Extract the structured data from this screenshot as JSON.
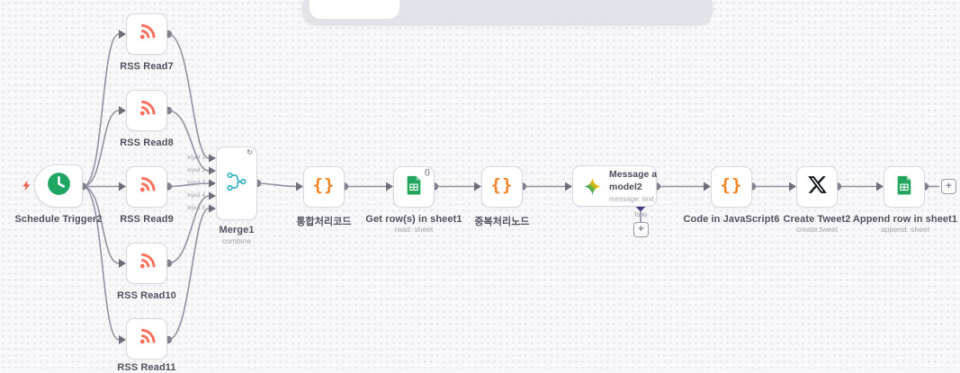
{
  "workflow": {
    "nodes": {
      "schedule_trigger2": {
        "label": "Schedule Trigger2"
      },
      "rss_read7": {
        "label": "RSS Read7"
      },
      "rss_read8": {
        "label": "RSS Read8"
      },
      "rss_read9": {
        "label": "RSS Read9"
      },
      "rss_read10": {
        "label": "RSS Read10"
      },
      "rss_read11": {
        "label": "RSS Read11"
      },
      "merge1": {
        "label": "Merge1",
        "subtitle": "combine",
        "badge": "↻",
        "inputs": [
          "Input 1",
          "Input 2",
          "Input 3",
          "Input 4",
          "Input 5"
        ]
      },
      "code_tonghap": {
        "label": "통합처리코드"
      },
      "get_rows_sheet1": {
        "label": "Get row(s) in sheet1",
        "subtitle": "read: sheet",
        "badge": "{}"
      },
      "code_jungbok": {
        "label": "중복처리노드"
      },
      "message_a_model2": {
        "label": "Message a model2",
        "subtitle": "message: text",
        "tools_label": "Tools"
      },
      "code_in_javascript6": {
        "label": "Code in JavaScript6"
      },
      "create_tweet2": {
        "label": "Create Tweet2",
        "subtitle": "create:tweet"
      },
      "append_row_sheet1": {
        "label": "Append row in sheet1",
        "subtitle": "append: sheet"
      }
    },
    "glyphs": {
      "code_braces": "{}",
      "plus": "+"
    },
    "colors": {
      "rss": "#ff6d5a",
      "code_orange": "#f58220",
      "sheets_green": "#23a55e",
      "trigger_green": "#20a664",
      "merge_cyan": "#38b5c6",
      "bolt_red": "#ff5948",
      "tools_indigo": "#3f3f85",
      "x_black": "#0f1419"
    }
  }
}
